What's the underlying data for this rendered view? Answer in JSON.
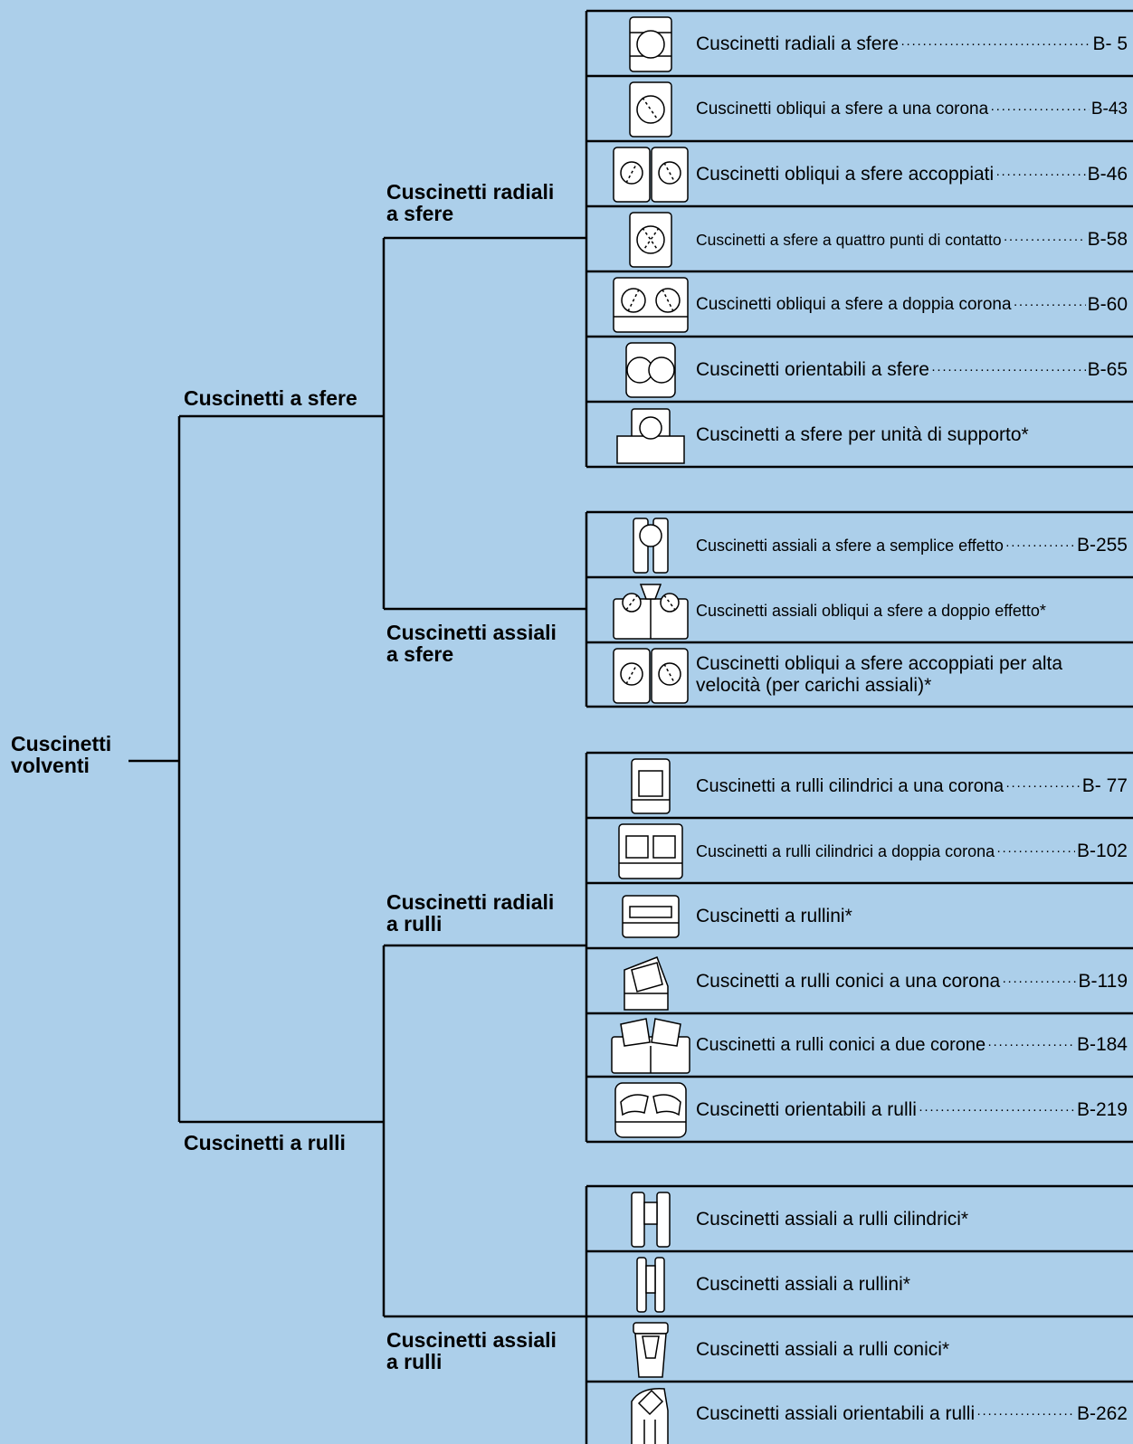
{
  "root": {
    "label_line1": "Cuscinetti",
    "label_line2": "volventi"
  },
  "branches": {
    "ball": "Cuscinetti a sfere",
    "roller": "Cuscinetti a rulli"
  },
  "groups": {
    "radial_ball": {
      "line1": "Cuscinetti radiali",
      "line2": "a sfere"
    },
    "thrust_ball": {
      "line1": "Cuscinetti assiali",
      "line2": "a sfere"
    },
    "radial_roller": {
      "line1": "Cuscinetti radiali",
      "line2": "a rulli"
    },
    "thrust_roller": {
      "line1": "Cuscinetti assiali",
      "line2": "a rulli"
    }
  },
  "items": [
    {
      "text": "Cuscinetti radiali a sfere",
      "page": "B- 5",
      "dots": true,
      "icon": "deep-groove-ball-icon"
    },
    {
      "text": "Cuscinetti obliqui a sfere a una corona",
      "page": "B-43",
      "dots": true,
      "icon": "angular-contact-ball-icon"
    },
    {
      "text": "Cuscinetti obliqui a sfere accoppiati",
      "page": "B-46",
      "dots": true,
      "icon": "paired-angular-ball-icon"
    },
    {
      "text": "Cuscinetti a sfere a quattro punti di contatto",
      "page": "B-58",
      "dots": true,
      "icon": "four-point-ball-icon"
    },
    {
      "text": "Cuscinetti obliqui a sfere a doppia corona",
      "page": "B-60",
      "dots": true,
      "icon": "double-row-angular-ball-icon"
    },
    {
      "text": "Cuscinetti orientabili a sfere",
      "page": "B-65",
      "dots": true,
      "icon": "self-aligning-ball-icon"
    },
    {
      "text": "Cuscinetti a sfere per unità di supporto*",
      "page": "",
      "dots": false,
      "icon": "insert-ball-icon"
    },
    {
      "text": "Cuscinetti assiali a sfere a semplice effetto",
      "page": "B-255",
      "dots": true,
      "icon": "thrust-ball-single-icon"
    },
    {
      "text": "Cuscinetti assiali obliqui a sfere a doppio effetto*",
      "page": "",
      "dots": false,
      "icon": "thrust-angular-double-icon"
    },
    {
      "text": "Cuscinetti obliqui a sfere accoppiati per alta velocità (per carichi assiali)*",
      "page": "",
      "dots": false,
      "icon": "paired-high-speed-icon"
    },
    {
      "text": "Cuscinetti a rulli cilindrici a una corona",
      "page": "B- 77",
      "dots": true,
      "icon": "cylindrical-roller-icon"
    },
    {
      "text": "Cuscinetti a rulli cilindrici a doppia corona",
      "page": "B-102",
      "dots": true,
      "icon": "double-cylindrical-roller-icon"
    },
    {
      "text": "Cuscinetti a rullini*",
      "page": "",
      "dots": false,
      "icon": "needle-roller-icon"
    },
    {
      "text": "Cuscinetti a rulli conici a una corona",
      "page": "B-119",
      "dots": true,
      "icon": "tapered-roller-icon"
    },
    {
      "text": "Cuscinetti a rulli conici a due corone",
      "page": "B-184",
      "dots": true,
      "icon": "double-tapered-roller-icon"
    },
    {
      "text": "Cuscinetti orientabili a rulli",
      "page": "B-219",
      "dots": true,
      "icon": "spherical-roller-icon"
    },
    {
      "text": "Cuscinetti assiali a rulli cilindrici*",
      "page": "",
      "dots": false,
      "icon": "thrust-cylindrical-roller-icon"
    },
    {
      "text": "Cuscinetti assiali a rullini*",
      "page": "",
      "dots": false,
      "icon": "thrust-needle-roller-icon"
    },
    {
      "text": "Cuscinetti assiali a rulli conici*",
      "page": "",
      "dots": false,
      "icon": "thrust-tapered-roller-icon"
    },
    {
      "text": "Cuscinetti assiali orientabili a rulli",
      "page": "B-262",
      "dots": true,
      "icon": "thrust-spherical-roller-icon"
    }
  ],
  "colors": {
    "background": "#accfea",
    "line": "#000000",
    "icon_fill": "#ffffff"
  }
}
